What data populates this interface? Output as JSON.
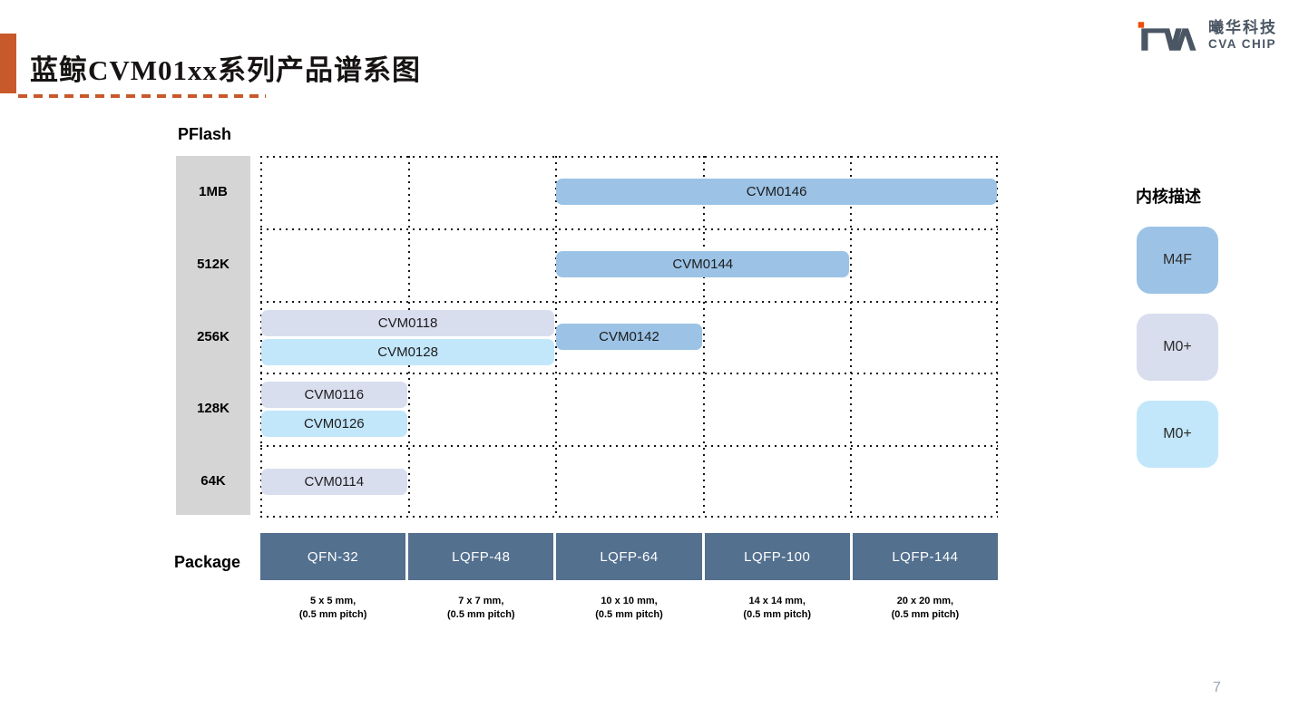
{
  "slide": {
    "title": "蓝鲸CVM01xx系列产品谱系图",
    "page_number": "7"
  },
  "logo": {
    "mark": "CVA",
    "company_cn": "曦华科技",
    "company_en": "CVA CHIP"
  },
  "colors": {
    "accent_orange": "#c8592a",
    "logo_orange": "#ee4d0b",
    "logo_dark": "#4a5663",
    "m4f": "#9cc3e6",
    "m0p_a": "#d9deef",
    "m0p_b": "#c2e7fb",
    "header_bg": "#53708f",
    "axis_band_gray": "#d5d5d5",
    "page_gray": "#98a2b3"
  },
  "chart_data": {
    "type": "product-matrix",
    "title": "蓝鲸CVM01xx系列产品谱系图",
    "y_axis": {
      "label": "PFlash",
      "ticks": [
        "1MB",
        "512K",
        "256K",
        "128K",
        "64K"
      ]
    },
    "x_axis": {
      "label": "Package",
      "packages": [
        {
          "name": "QFN-32",
          "size_line1": "5 x 5 mm,",
          "size_line2": "(0.5 mm pitch)"
        },
        {
          "name": "LQFP-48",
          "size_line1": "7 x 7 mm,",
          "size_line2": "(0.5 mm pitch)"
        },
        {
          "name": "LQFP-64",
          "size_line1": "10 x 10 mm,",
          "size_line2": "(0.5 mm pitch)"
        },
        {
          "name": "LQFP-100",
          "size_line1": "14 x 14 mm,",
          "size_line2": "(0.5 mm pitch)"
        },
        {
          "name": "LQFP-144",
          "size_line1": "20 x 20 mm,",
          "size_line2": "(0.5 mm pitch)"
        }
      ]
    },
    "products": [
      {
        "name": "CVM0146",
        "core": "M4F",
        "color_key": "m4f",
        "flash": "1MB",
        "row": 0,
        "col_start": 2,
        "col_span": 3,
        "slot": "center"
      },
      {
        "name": "CVM0144",
        "core": "M4F",
        "color_key": "m4f",
        "flash": "512K",
        "row": 1,
        "col_start": 2,
        "col_span": 2,
        "slot": "center"
      },
      {
        "name": "CVM0118",
        "core": "M0+",
        "color_key": "m0p_a",
        "flash": "256K",
        "row": 2,
        "col_start": 0,
        "col_span": 2,
        "slot": "top"
      },
      {
        "name": "CVM0128",
        "core": "M0+",
        "color_key": "m0p_b",
        "flash": "256K",
        "row": 2,
        "col_start": 0,
        "col_span": 2,
        "slot": "bottom"
      },
      {
        "name": "CVM0142",
        "core": "M4F",
        "color_key": "m4f",
        "flash": "256K",
        "row": 2,
        "col_start": 2,
        "col_span": 1,
        "slot": "center"
      },
      {
        "name": "CVM0116",
        "core": "M0+",
        "color_key": "m0p_a",
        "flash": "128K",
        "row": 3,
        "col_start": 0,
        "col_span": 1,
        "slot": "top"
      },
      {
        "name": "CVM0126",
        "core": "M0+",
        "color_key": "m0p_b",
        "flash": "128K",
        "row": 3,
        "col_start": 0,
        "col_span": 1,
        "slot": "bottom"
      },
      {
        "name": "CVM0114",
        "core": "M0+",
        "color_key": "m0p_a",
        "flash": "64K",
        "row": 4,
        "col_start": 0,
        "col_span": 1,
        "slot": "center"
      }
    ],
    "legend": {
      "title": "内核描述",
      "items": [
        {
          "label": "M4F",
          "color_key": "m4f"
        },
        {
          "label": "M0+",
          "color_key": "m0p_a"
        },
        {
          "label": "M0+",
          "color_key": "m0p_b"
        }
      ]
    },
    "grid": "dotted",
    "legend_position": "right"
  }
}
